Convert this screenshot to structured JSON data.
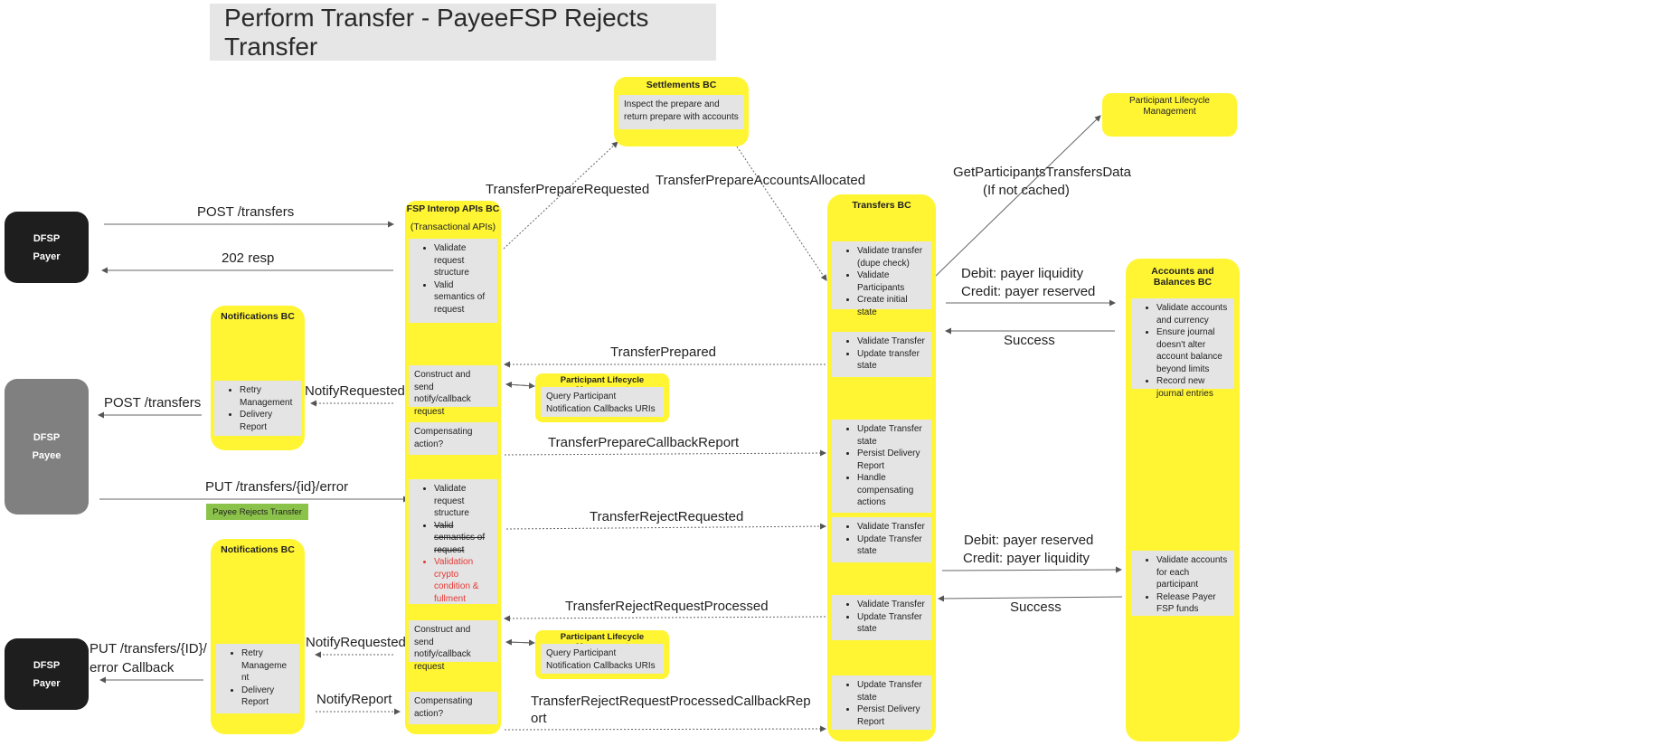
{
  "title": "Perform Transfer - PayeeFSP Rejects Transfer",
  "actors": {
    "payer_top": {
      "name": "DFSP",
      "role": "Payer"
    },
    "payee": {
      "name": "DFSP",
      "role": "Payee"
    },
    "payer_bottom": {
      "name": "DFSP",
      "role": "Payer"
    }
  },
  "settlements": {
    "title": "Settlements BC",
    "text": "Inspect the prepare and return prepare with accounts"
  },
  "plm_top": {
    "title": "Participant Lifecycle Management"
  },
  "interop": {
    "title": "FSP Interop APIs BC",
    "subtitle": "(Transactional APIs)",
    "box1": [
      "Validate request structure",
      "Valid semantics of request"
    ],
    "box2": "Construct and send notify/callback request",
    "box3": "Compensating action?",
    "box4": {
      "items": [
        "Validate request structure"
      ],
      "struck": "Valid semantics of request",
      "red": "Validation crypto condition & fullment"
    },
    "box5": "Construct and send notify/callback request",
    "box6": "Compensating action?"
  },
  "notif_top": {
    "title": "Notifications BC",
    "items": [
      "Retry Management",
      "Delivery Report"
    ]
  },
  "notif_bottom": {
    "title": "Notifications BC",
    "items": [
      "Retry Manageme nt",
      "Delivery Report"
    ]
  },
  "plm_mid1": {
    "title": "Participant Lifecycle Management",
    "text": "Query Participant Notification Callbacks URIs"
  },
  "plm_mid2": {
    "title": "Participant Lifecycle Management",
    "text": "Query Participant Notification Callbacks URIs"
  },
  "transfers": {
    "title": "Transfers BC",
    "box1": [
      "Validate transfer (dupe check)",
      "Validate Participants",
      "Create initial state"
    ],
    "box2": [
      "Validate Transfer",
      "Update transfer state"
    ],
    "box3": [
      "Update Transfer state",
      "Persist Delivery Report",
      "Handle compensating actions"
    ],
    "box4": [
      "Validate Transfer",
      "Update Transfer state"
    ],
    "box5": [
      "Validate Transfer",
      "Update Transfer state"
    ],
    "box6": [
      "Update Transfer state",
      "Persist Delivery Report"
    ]
  },
  "accounts": {
    "title": "Accounts and Balances BC",
    "box1": [
      "Validate accounts and currency",
      "Ensure journal doesn't alter account balance beyond limits",
      "Record new journal entries"
    ],
    "box2": [
      "Validate accounts for each participant",
      "Release Payer FSP funds"
    ]
  },
  "payee_tag": "Payee Rejects Transfer",
  "labels": {
    "post_transfers": "POST /transfers",
    "resp_202": "202 resp",
    "post_transfers_payee": "POST /transfers",
    "put_error": "PUT /transfers/{id}/error",
    "put_error_cb_1": "PUT /transfers/{ID}/",
    "put_error_cb_2": "error Callback",
    "notify_requested_1": "NotifyRequested",
    "notify_requested_2": "NotifyRequested",
    "notify_report": "NotifyReport",
    "prepare_requested": "TransferPrepareRequested",
    "prepare_accounts_allocated": "TransferPrepareAccountsAllocated",
    "get_participants_1": "GetParticipantsTransfersData",
    "get_participants_2": "(If not cached)",
    "debit_1": "Debit: payer liquidity",
    "credit_1": "Credit: payer reserved",
    "success_1": "Success",
    "transfer_prepared": "TransferPrepared",
    "prepare_callback_report": "TransferPrepareCallbackReport",
    "reject_requested": "TransferRejectRequested",
    "debit_2": "Debit: payer reserved",
    "credit_2": "Credit: payer liquidity",
    "success_2": "Success",
    "reject_request_processed": "TransferRejectRequestProcessed",
    "reject_processed_cb_1": "TransferRejectRequestProcessedCallbackRep",
    "reject_processed_cb_2": "ort"
  }
}
